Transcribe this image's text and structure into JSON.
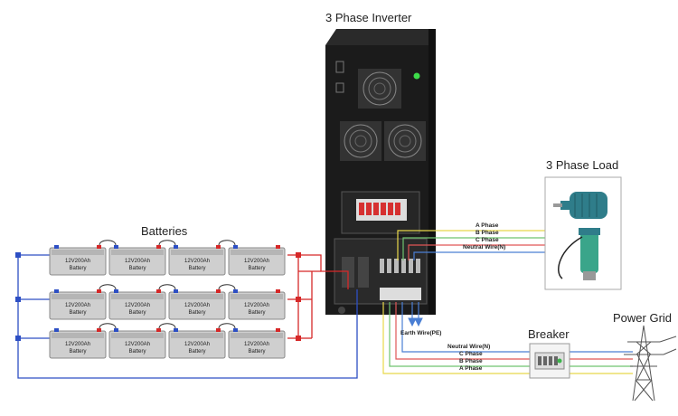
{
  "labels": {
    "inverter": "3 Phase Inverter",
    "load": "3 Phase Load",
    "batteries": "Batteries",
    "breaker": "Breaker",
    "grid": "Power Grid"
  },
  "battery": {
    "rating": "12V200Ah",
    "type": "Battery",
    "rows": 3,
    "per_row": 4
  },
  "load_wires": [
    "A Phase",
    "B Phase",
    "C Phase",
    "Neutral Wire(N)"
  ],
  "earth_wire": "Earth Wire(PE)",
  "grid_wires": [
    "Neutral Wire(N)",
    "C Phase",
    "B Phase",
    "A Phase"
  ],
  "colors": {
    "a_phase": "#e8d84a",
    "b_phase": "#6fc36f",
    "c_phase": "#e05656",
    "neutral": "#4a7fd4",
    "battery_pos": "#d62828",
    "battery_neg": "#2d4fc4",
    "inverter_body": "#1b1b1b"
  }
}
